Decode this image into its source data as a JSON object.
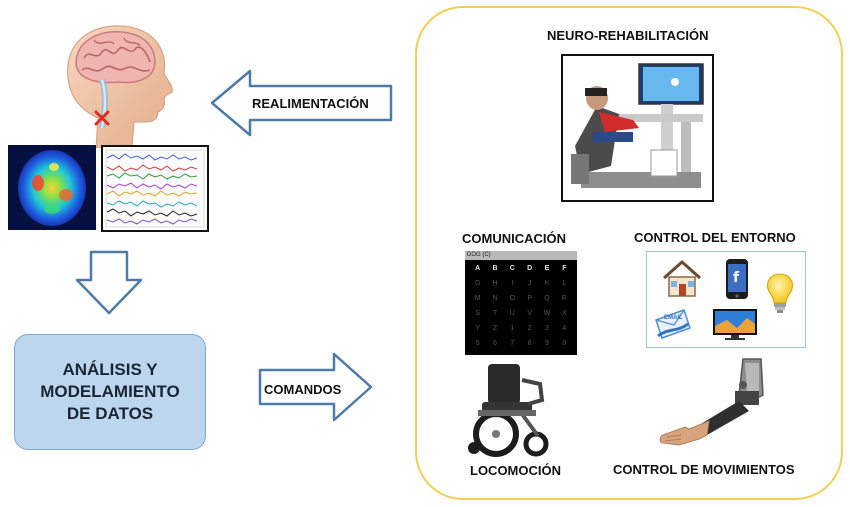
{
  "labels": {
    "feedback": "REALIMENTACIÓN",
    "commands": "COMANDOS",
    "analysis": "ANÁLISIS Y\nMODELAMIENTO\nDE DATOS",
    "neuro_rehab": "NEURO-REHABILITACIÓN",
    "communication": "COMUNICACIÓN",
    "environment_control": "CONTROL DEL ENTORNO",
    "locomotion": "LOCOMOCIÓN",
    "movement_control": "CONTROL DE MOVIMIENTOS"
  },
  "speller": {
    "title": "DOG (C)",
    "cells": [
      "A",
      "B",
      "C",
      "D",
      "E",
      "F",
      "G",
      "H",
      "I",
      "J",
      "K",
      "L",
      "M",
      "N",
      "O",
      "P",
      "Q",
      "R",
      "S",
      "T",
      "U",
      "V",
      "W",
      "X",
      "Y",
      "Z",
      "1",
      "2",
      "3",
      "4",
      "5",
      "6",
      "7",
      "8",
      "9",
      "0"
    ]
  },
  "icons": {
    "env_mail_label": "EMAIL",
    "env_phone_label": "f"
  },
  "colors": {
    "panel_border": "#f2cf58",
    "box_fill": "#bcd6ee",
    "arrow_stroke": "#4f7aa8",
    "marker": "#e8281d"
  }
}
